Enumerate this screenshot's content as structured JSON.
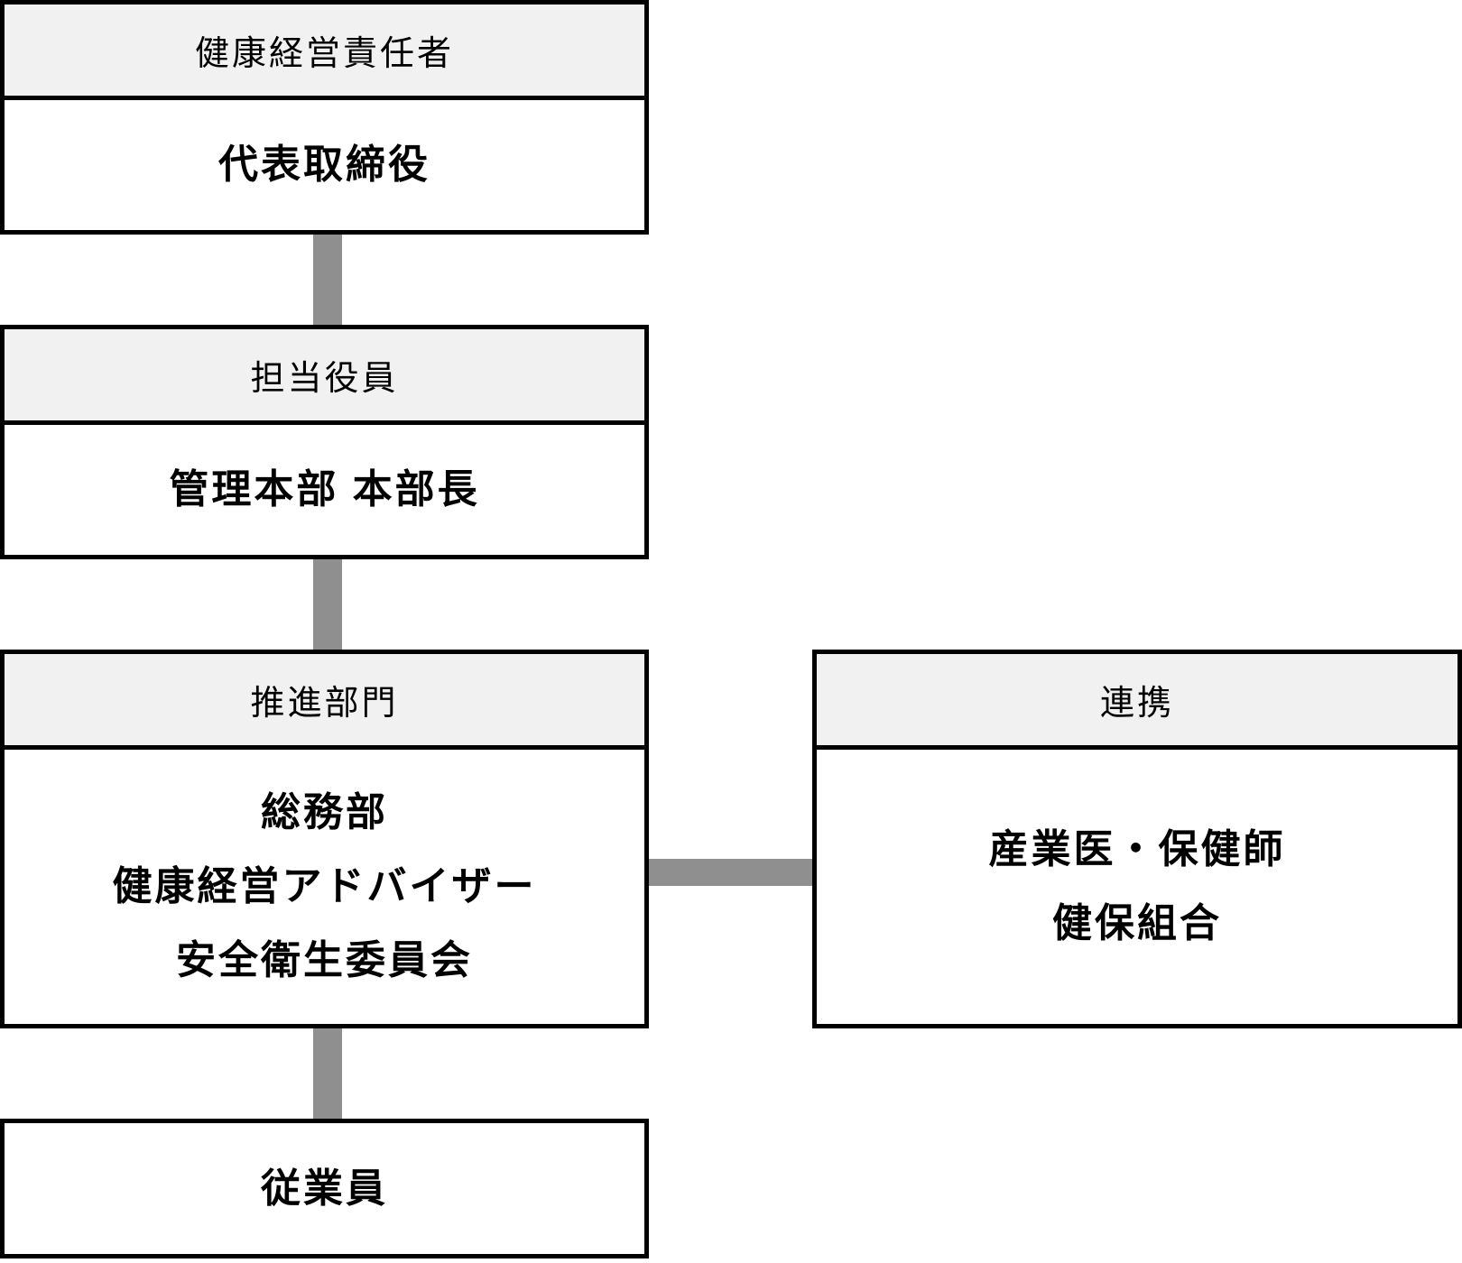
{
  "boxes": [
    {
      "header": "健康経営責任者",
      "lines": [
        "代表取締役"
      ]
    },
    {
      "header": "担当役員",
      "lines": [
        "管理本部 本部長"
      ]
    },
    {
      "header": "推進部門",
      "lines": [
        "総務部",
        "健康経営アドバイザー",
        "安全衛生委員会"
      ]
    },
    {
      "header": "連携",
      "lines": [
        "産業医・保健師",
        "健保組合"
      ]
    },
    {
      "header": "",
      "lines": [
        "従業員"
      ]
    }
  ],
  "colors": {
    "background": "#ffffff",
    "box_border": "#000000",
    "header_background": "#f1f1f1",
    "text": "#000000",
    "connector": "#8f8f8f"
  }
}
